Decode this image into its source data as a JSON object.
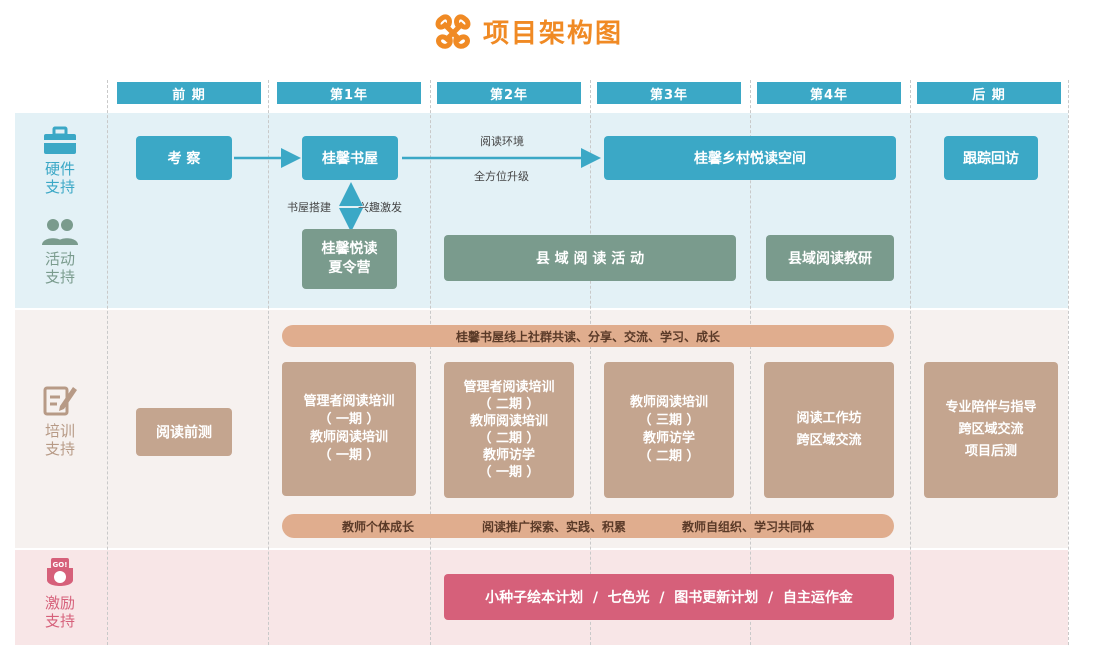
{
  "title": "项目架构图",
  "colors": {
    "title": "#f08a24",
    "blue": "#3ba8c6",
    "gray": "#7a9b8d",
    "tan": "#c4a58f",
    "orange_bar": "#e0ad8e",
    "pink": "#d6607a"
  },
  "phases": [
    "前  期",
    "第1年",
    "第2年",
    "第3年",
    "第4年",
    "后  期"
  ],
  "categories": {
    "hardware": "硬件\n支持",
    "activity": "活动\n支持",
    "training": "培训\n支持",
    "incentive": "激励\n支持"
  },
  "icons": {
    "logo": "project-logo-icon",
    "hardware": "toolbox-icon",
    "activity": "people-icon",
    "training": "edit-document-icon",
    "incentive": "go-badge-icon",
    "go_text": "GO!"
  },
  "hardware": {
    "inspect": "考  察",
    "bookhouse": "桂馨书屋",
    "reading_env": "阅读环境",
    "full_upgrade": "全方位升级",
    "rural_space": "桂馨乡村悦读空间",
    "follow_up": "跟踪回访",
    "build": "书屋搭建",
    "interest": "兴趣激发"
  },
  "activity": {
    "summer_camp": "桂馨悦读\n夏令营",
    "county_activity": "县 域 阅 读 活 动",
    "county_research": "县域阅读教研"
  },
  "training": {
    "online_bar": "桂馨书屋线上社群共读、分享、交流、学习、成长",
    "pretest": "阅读前测",
    "year1": "管理者阅读培训\n（ 一期 ）\n教师阅读培训\n（ 一期 ）",
    "year2": "管理者阅读培训\n（ 二期 ）\n教师阅读培训\n（ 二期 ）\n教师访学\n（ 一期 ）",
    "year3": "教师阅读培训\n（ 三期 ）\n教师访学\n（ 二期 ）",
    "year4": "阅读工作坊\n跨区域交流",
    "later": "专业陪伴与指导\n跨区域交流\n项目后测",
    "growth_1": "教师个体成长",
    "growth_2": "阅读推广探索、实践、积累",
    "growth_3": "教师自组织、学习共同体"
  },
  "incentive": {
    "plans": "小种子绘本计划  /  七色光  /  图书更新计划  /  自主运作金"
  }
}
